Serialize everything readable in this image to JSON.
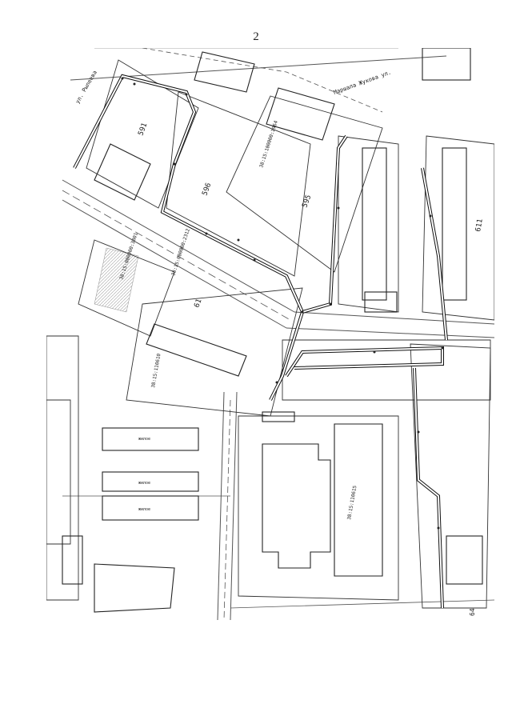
{
  "page": {
    "number": "2"
  },
  "streets": {
    "north_west": "ул. Рылеева",
    "north_east": "Маршала Жукова ул."
  },
  "parcels": {
    "a": "591",
    "b": "596",
    "c": "595",
    "d": "611",
    "e": "61",
    "f": "64",
    "g": "38:15:000000:3801",
    "h": "38:15:000000:2312",
    "i": "38:15:100000:1964",
    "j": "38:15:110610",
    "k": "38:15:110615"
  },
  "labels": {
    "house_a": "жилое",
    "house_b": "жилое",
    "house_c": "жилое"
  }
}
